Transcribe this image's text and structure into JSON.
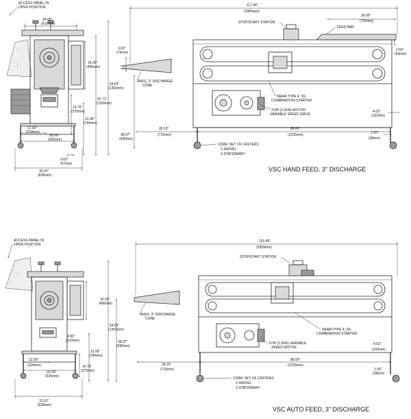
{
  "top_view": {
    "title": "VSC HAND FEED, 3\" DISCHARGE",
    "labels": {
      "access_panel": [
        "ACCESS PANEL IN",
        "OPEN POSITION"
      ],
      "stop_start": "STOP/START STATION",
      "feed_pan": "FEED PAN",
      "discharge_cone": [
        "49431, 3\" DISCHARGE",
        "CONE"
      ],
      "nema": [
        "NEMA TYPE 4, SS",
        "COMBINATION STARTER"
      ],
      "motor": [
        "3 HP (2.2kW) MOTOR",
        "VARIABLE SPEED DRIVE"
      ],
      "casters": [
        "12384, SET OF CASTERS",
        "2-SWIVEL",
        "2-STATIONARY"
      ]
    },
    "dims": {
      "d24": [
        "24.00\"",
        "(610mm)"
      ],
      "d16": [
        "16.00\"",
        "(406mm)"
      ],
      "d5481": [
        "54.81\"",
        "(1392mm)"
      ],
      "d5271": [
        "52.71\"",
        "(1339mm)"
      ],
      "d1475": [
        "14.75\"",
        "(375mm)"
      ],
      "d3106": [
        "31.06\"",
        "(789mm)"
      ],
      "d1250": [
        "12.50\"",
        "(318mm)"
      ],
      "d2500": [
        "25.00\"",
        "(635mm)"
      ],
      "d383": [
        "3.83\"",
        "(97mm)"
      ],
      "d3261": [
        "32.61\"",
        "(828mm)"
      ],
      "d11746": [
        "117.46\"",
        "(2983mm)"
      ],
      "d3000": [
        "30.00\"",
        "(762mm)"
      ],
      "d300": [
        "3.00\"",
        "(76mm)"
      ],
      "d255": [
        "2.55\"",
        "(64mm)"
      ],
      "d403": [
        "4.03\"",
        "(102mm)"
      ],
      "d3897": [
        "38.97\"",
        "(990mm)"
      ],
      "d2815": [
        "28.15\"",
        "(715mm)"
      ],
      "d8800": [
        "88.00\"",
        "(2235mm)"
      ],
      "d150": [
        "1.50\"",
        "(38mm)"
      ]
    }
  },
  "bottom_view": {
    "title": "VSC AUTO FEED, 3\" DISCHARGE",
    "labels": {
      "access_panel": [
        "ACCESS PANEL IN",
        "OPEN POSITION"
      ],
      "stop_start": "STOP/START STATION",
      "discharge_cone": [
        "49431, 3\" DISCHARGE",
        "CONE"
      ],
      "nema": [
        "NEMA TYPE 4, SS",
        "COMBINATION STARTER"
      ],
      "motor": [
        "3 HP (2.2kW) VARIABLE",
        "SPEED MOTOR"
      ],
      "casters": [
        "12384, SET OF CASTERS",
        "2-SWIVEL",
        "2-STATIONARY"
      ]
    },
    "dims": {
      "d1600": [
        "16.00\"",
        "(406mm)"
      ],
      "d5481": [
        "54.81\"",
        "(1392mm)"
      ],
      "d3897": [
        "38.97\"",
        "(990mm)"
      ],
      "d480": [
        "4.80\"",
        "(122mm)"
      ],
      "d3106": [
        "31.06\"",
        "(789mm)"
      ],
      "d1475": [
        "14.75\"",
        "(375mm)"
      ],
      "d1250": [
        "12.50\"",
        "(318mm)"
      ],
      "d2500": [
        "25.00\"",
        "(635mm)"
      ],
      "d3261": [
        "32.61\"",
        "(828mm)"
      ],
      "d11649": [
        "116.49\"",
        "(2959mm)"
      ],
      "d403": [
        "4.03\"",
        "(102mm)"
      ],
      "d2815": [
        "28.15\"",
        "(715mm)"
      ],
      "d8800": [
        "88.00\"",
        "(2235mm)"
      ],
      "d150": [
        "1.50\"",
        "(38mm)"
      ]
    }
  }
}
